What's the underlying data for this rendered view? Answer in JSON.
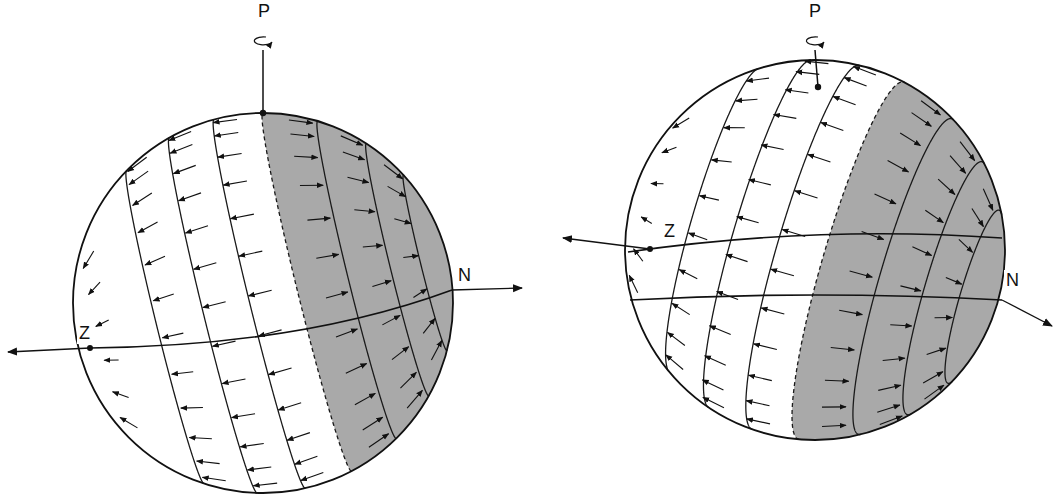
{
  "diagram": {
    "labels": [
      "P",
      "Z",
      "N",
      "P",
      "Z",
      "N"
    ]
  }
}
